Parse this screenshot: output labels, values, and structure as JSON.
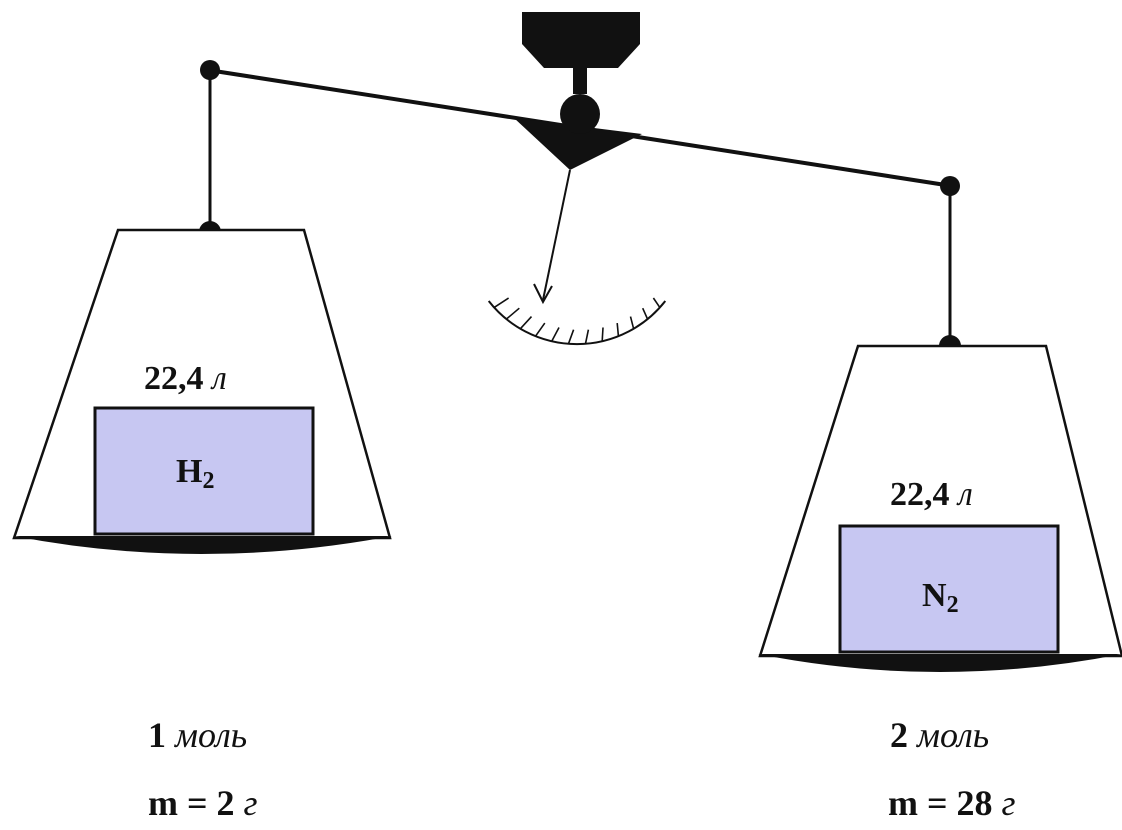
{
  "left_pan": {
    "volume": "22,4",
    "volume_unit": "л",
    "gas": "H",
    "gas_sub": "2",
    "moles_value": "1",
    "moles_unit": "моль",
    "mass_prefix": "m = 2",
    "mass_unit": "г"
  },
  "right_pan": {
    "volume": "22,4",
    "volume_unit": "л",
    "gas": "N",
    "gas_sub": "2",
    "moles_value": "2",
    "moles_unit": "моль",
    "mass_prefix": "m = 28",
    "mass_unit": "г"
  },
  "colors": {
    "gas_box": "#c7c7f2",
    "ink": "#111111"
  }
}
